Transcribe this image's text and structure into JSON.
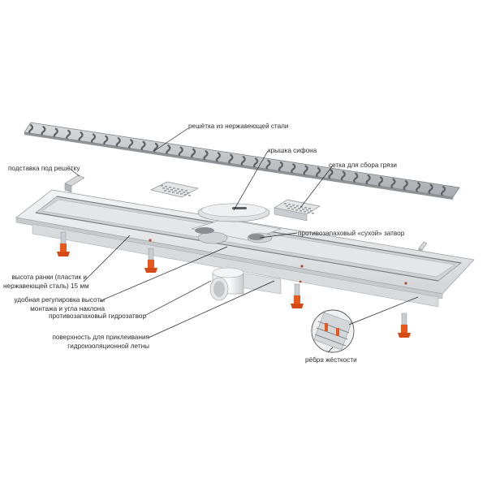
{
  "labels": {
    "grate": "решётка из нержавеющей стали",
    "siphon_cover": "крышка сифона",
    "grate_support": "подставка под решётку",
    "dirt_mesh": "сетка для сбора грязи",
    "dry_trap": "противозапаховый «сухой» затвор",
    "edge_height_1": "высота ранки (пластик и",
    "edge_height_2": "нержавеющей сталь) 15 мм",
    "height_adjust_1": "удобная регулировка высоты",
    "height_adjust_2": "монтажа и угла наклона",
    "water_trap": "противозапаховый гидрозатвор",
    "surface_1": "поверхность для приклеивания",
    "surface_2": "гидроизоляционной летны",
    "ribs": "рёбра жёсткости"
  },
  "colors": {
    "steel": "#bfc2c5",
    "steel_dark": "#8e9296",
    "channel": "#e8eaec",
    "feet": "#e8571e",
    "leader": "#222222"
  }
}
